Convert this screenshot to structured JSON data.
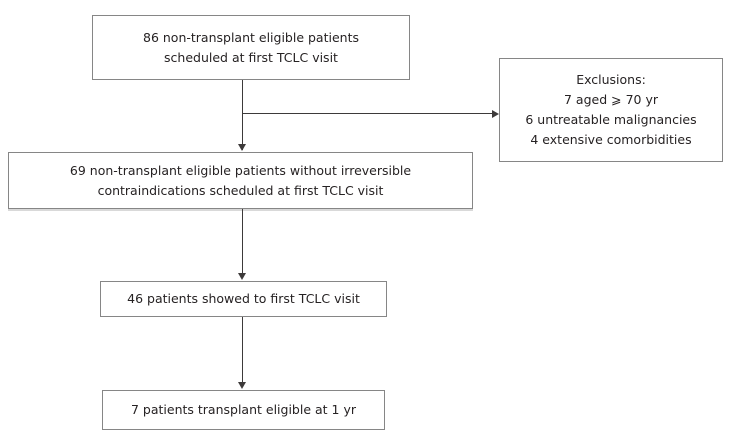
{
  "diagram": {
    "boxes": {
      "scheduled": {
        "line1": "86 non-transplant eligible patients",
        "line2": "scheduled at first TCLC visit"
      },
      "exclusions": {
        "title": "Exclusions:",
        "items": [
          "7 aged ⩾ 70 yr",
          "6 untreatable malignancies",
          "4 extensive comorbidities"
        ]
      },
      "without_contraindications": {
        "line1": "69 non-transplant eligible patients without irreversible",
        "line2": "contraindications scheduled at first TCLC visit"
      },
      "showed": {
        "text": "46 patients showed to first TCLC visit"
      },
      "transplant_eligible": {
        "text": "7 patients transplant eligible at 1 yr"
      }
    }
  },
  "colors": {
    "background": "#ffffff",
    "box_fill": "#ffffff",
    "border": "#868686",
    "line": "#3d3a3a",
    "text": "#262223"
  }
}
